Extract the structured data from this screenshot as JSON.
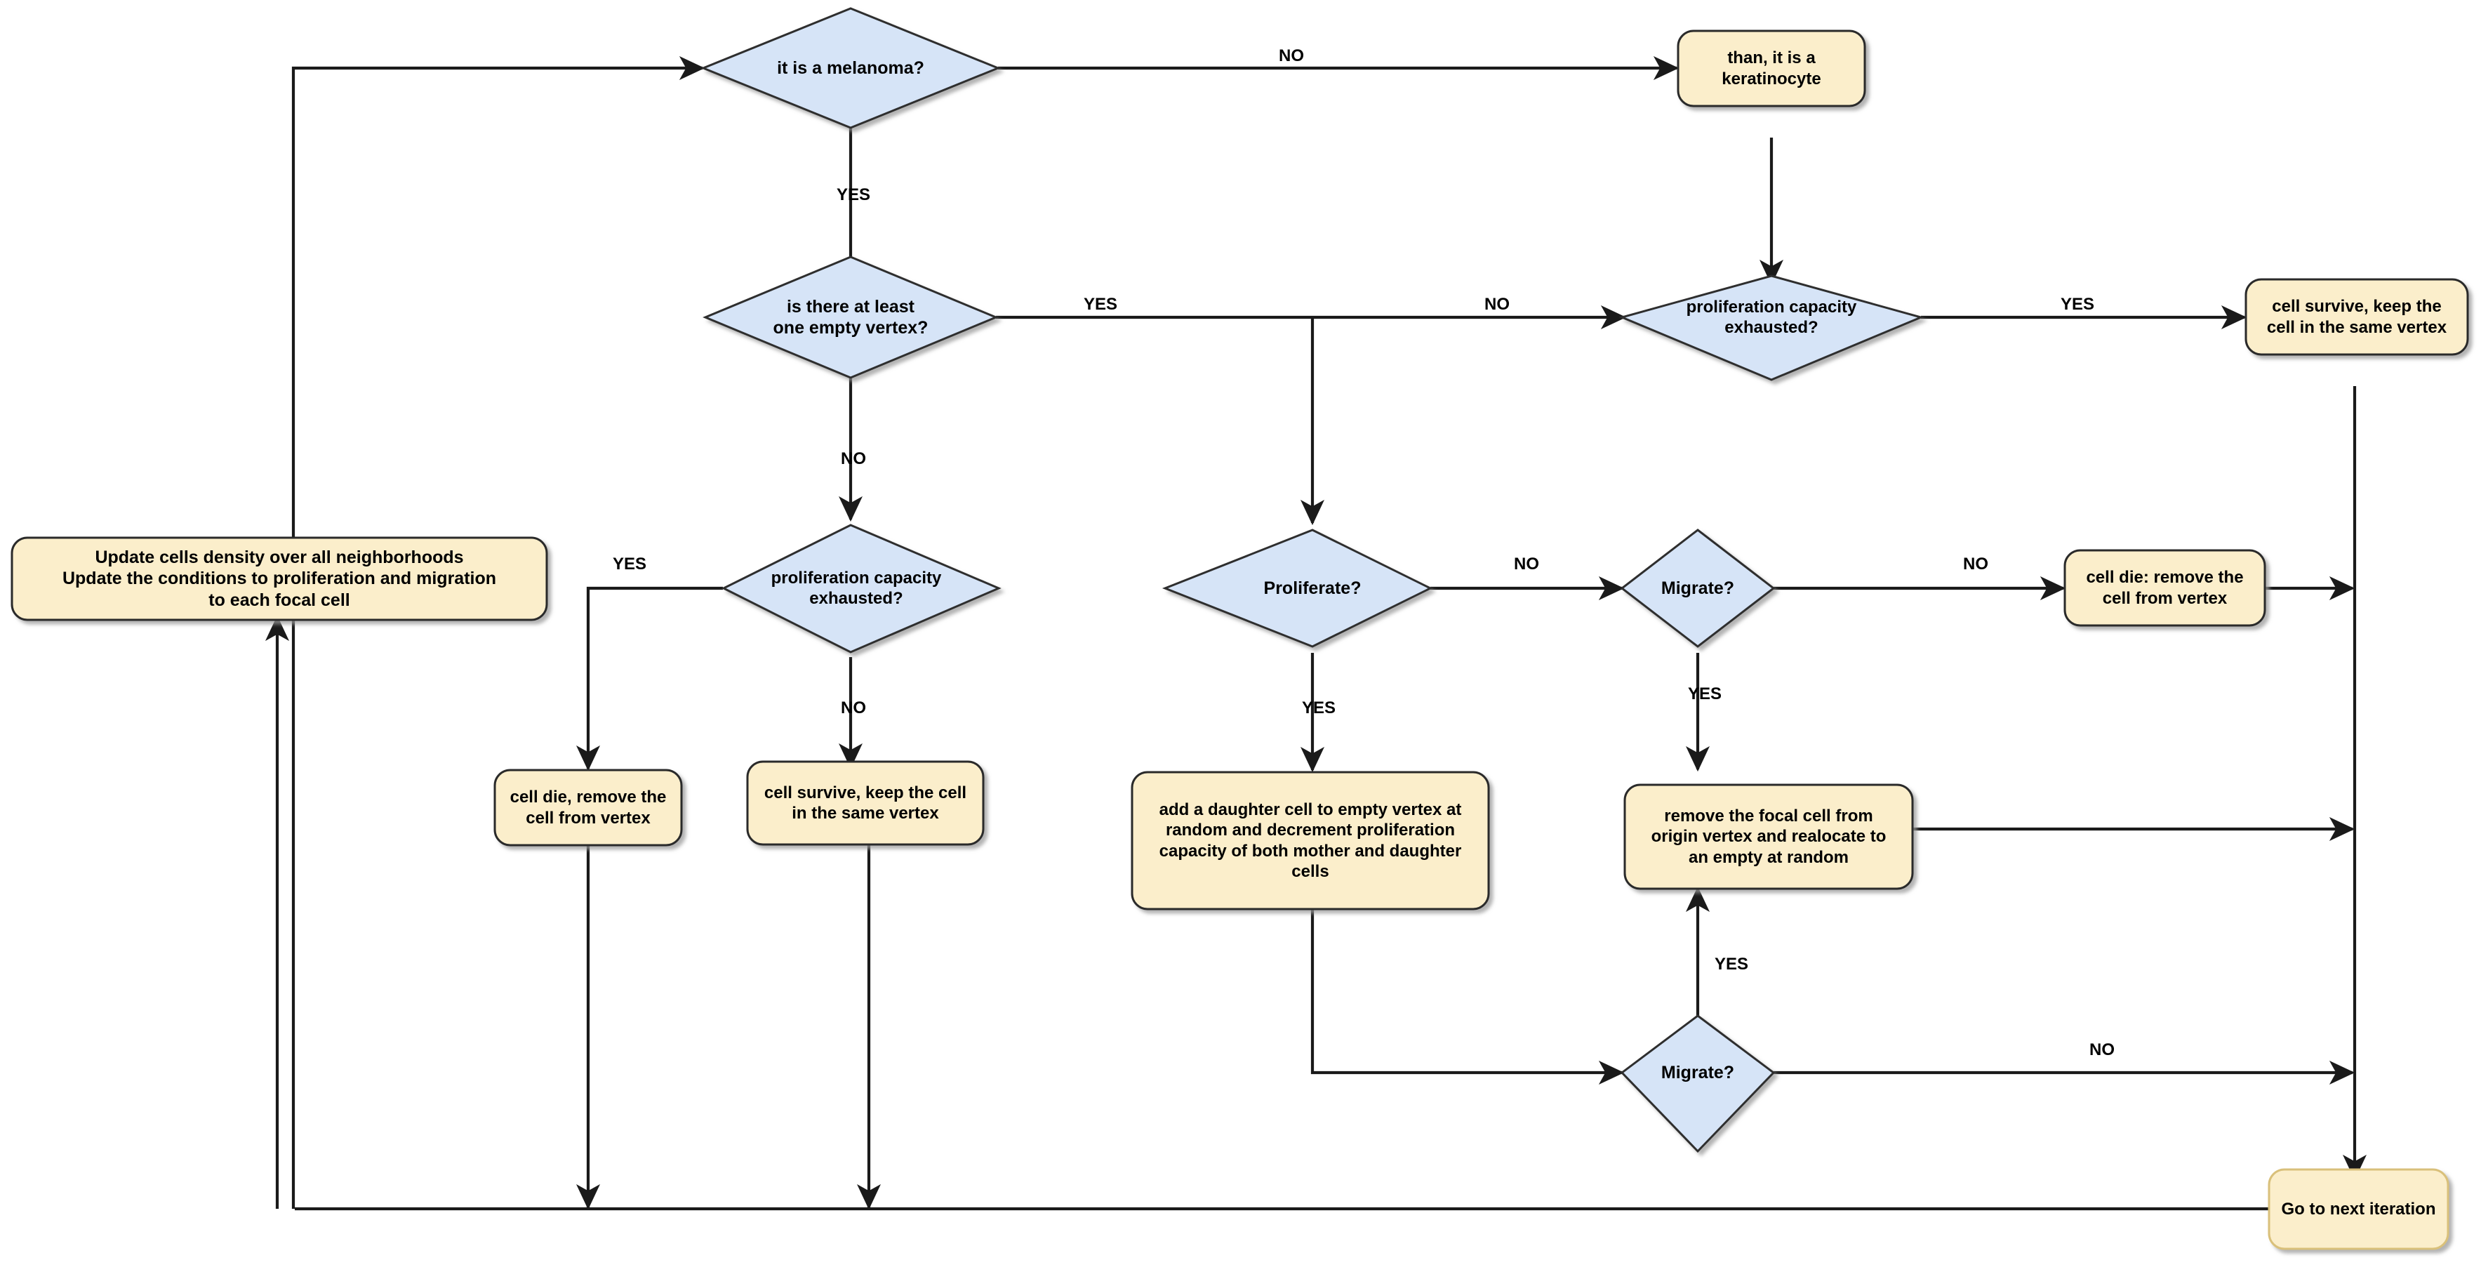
{
  "diagram": {
    "title": "Cell agent-based model iteration flowchart",
    "colors": {
      "decision_fill": "#d6e4f7",
      "decision_stroke": "#2f2f2f",
      "process_fill": "#fbeecb",
      "process_stroke": "#2a2a2a",
      "edge": "#1a1a1a",
      "shadow": "#b3b3b3",
      "text": "#000000",
      "background": "#ffffff"
    },
    "nodes": [
      {
        "id": "is_melanoma",
        "type": "decision",
        "label": "it is a melanoma?"
      },
      {
        "id": "than_keratinocyte",
        "type": "process",
        "label": "than, it is a\nkeratinocyte"
      },
      {
        "id": "empty_vertex",
        "type": "decision",
        "label": "is there at least\none empty vertex?"
      },
      {
        "id": "prolif_exhausted_top",
        "type": "decision",
        "label": "proliferation capacity\nexhausted?"
      },
      {
        "id": "cell_survive_right",
        "type": "process",
        "label": "cell survive, keep the\ncell in the same vertex"
      },
      {
        "id": "update_density",
        "type": "process",
        "label": "Update cells density over all neighborhoods\nUpdate the conditions to proliferation and migration\nto each focal cell"
      },
      {
        "id": "prolif_exhausted_left",
        "type": "decision",
        "label": "proliferation capacity\nexhausted?"
      },
      {
        "id": "proliferate",
        "type": "decision",
        "label": "Proliferate?"
      },
      {
        "id": "migrate_mid",
        "type": "decision",
        "label": "Migrate?"
      },
      {
        "id": "cell_die_remove",
        "type": "process",
        "label": "cell die: remove the\ncell from vertex"
      },
      {
        "id": "cell_die_left",
        "type": "process",
        "label": "cell die, remove the\ncell from vertex"
      },
      {
        "id": "cell_survive_left",
        "type": "process",
        "label": "cell survive, keep the cell\nin the same vertex"
      },
      {
        "id": "add_daughter",
        "type": "process",
        "label": "add a daughter cell to empty vertex at\nrandom and decrement proliferation\ncapacity of both mother and daughter\ncells"
      },
      {
        "id": "relocate_focal",
        "type": "process",
        "label": "remove the focal cell from\norigin vertex and realocate to\nan empty at random"
      },
      {
        "id": "migrate_bottom",
        "type": "decision",
        "label": "Migrate?"
      },
      {
        "id": "next_iteration",
        "type": "process",
        "label": "Go to next iteration"
      }
    ],
    "edge_labels": [
      {
        "id": "melanoma_no",
        "text": "NO"
      },
      {
        "id": "melanoma_yes",
        "text": "YES"
      },
      {
        "id": "empty_yes",
        "text": "YES"
      },
      {
        "id": "empty_no_right",
        "text": "NO"
      },
      {
        "id": "empty_no_down",
        "text": "NO"
      },
      {
        "id": "prolif_top_yes",
        "text": "YES"
      },
      {
        "id": "prolif_left_yes",
        "text": "YES"
      },
      {
        "id": "prolif_left_no",
        "text": "NO"
      },
      {
        "id": "proliferate_no",
        "text": "NO"
      },
      {
        "id": "proliferate_yes",
        "text": "YES"
      },
      {
        "id": "migrate_mid_no",
        "text": "NO"
      },
      {
        "id": "migrate_mid_yes",
        "text": "YES"
      },
      {
        "id": "migrate_bottom_no",
        "text": "NO"
      },
      {
        "id": "migrate_bottom_yes",
        "text": "YES"
      }
    ]
  }
}
